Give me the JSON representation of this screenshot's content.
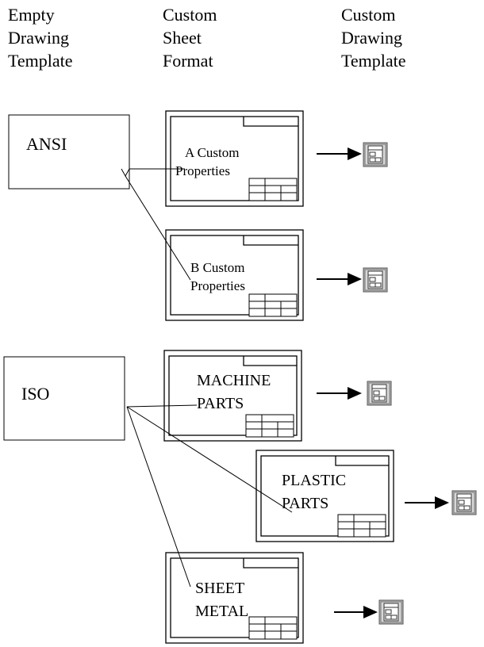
{
  "headers": {
    "empty": [
      "Empty",
      "Drawing",
      "Template"
    ],
    "format": [
      "Custom",
      "Sheet",
      "Format"
    ],
    "template": [
      "Custom",
      "Drawing",
      "Template"
    ]
  },
  "templates": {
    "ansi": "ANSI",
    "iso": "ISO"
  },
  "formats": {
    "a": [
      "A Custom",
      "Properties"
    ],
    "b": [
      "B Custom",
      "Properties"
    ],
    "machine": [
      "MACHINE",
      "PARTS"
    ],
    "plastic": [
      "PLASTIC",
      "PARTS"
    ],
    "sheet": [
      "SHEET",
      "METAL"
    ]
  },
  "icons": {
    "output": "drawing-template-file-icon",
    "arrow": "right-arrow-icon"
  }
}
